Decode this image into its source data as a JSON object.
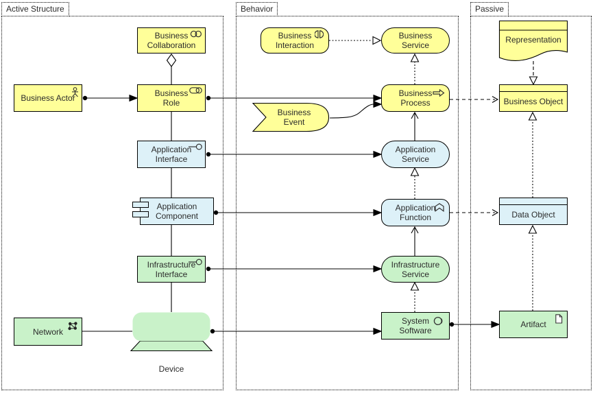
{
  "diagram_type": "ArchiMate layered view",
  "groups": {
    "active_structure": {
      "label": "Active Structure"
    },
    "behavior": {
      "label": "Behavior"
    },
    "passive": {
      "label": "Passive"
    }
  },
  "nodes": {
    "business_collaboration": {
      "label": "Business\nCollaboration",
      "icon": "collaboration-icon",
      "layer": "business"
    },
    "business_actor": {
      "label": "Business Actor",
      "icon": "actor-icon",
      "layer": "business"
    },
    "business_role": {
      "label": "Business\nRole",
      "icon": "role-icon",
      "layer": "business"
    },
    "application_interface": {
      "label": "Application\nInterface",
      "icon": "interface-icon",
      "layer": "application"
    },
    "application_component": {
      "label": "Application\nComponent",
      "icon": "component-icon",
      "layer": "application"
    },
    "infrastructure_interface": {
      "label": "Infrastructure\nInterface",
      "icon": "interface-icon",
      "layer": "technology"
    },
    "network": {
      "label": "Network",
      "icon": "network-icon",
      "layer": "technology"
    },
    "device": {
      "label": "Device",
      "icon": "device-shape",
      "layer": "technology"
    },
    "business_interaction": {
      "label": "Business\nInteraction",
      "icon": "interaction-icon",
      "layer": "business"
    },
    "business_service": {
      "label": "Business\nService",
      "icon": "none",
      "layer": "business"
    },
    "business_event": {
      "label": "Business\nEvent",
      "icon": "event-shape",
      "layer": "business"
    },
    "business_process": {
      "label": "Business\nProcess",
      "icon": "process-arrow-icon",
      "layer": "business"
    },
    "application_service": {
      "label": "Application\nService",
      "icon": "none",
      "layer": "application"
    },
    "application_function": {
      "label": "Application\nFunction",
      "icon": "function-chevron-icon",
      "layer": "application"
    },
    "infrastructure_service": {
      "label": "Infrastructure\nService",
      "icon": "none",
      "layer": "technology"
    },
    "system_software": {
      "label": "System\nSoftware",
      "icon": "system-software-icon",
      "layer": "technology"
    },
    "representation": {
      "label": "Representation",
      "icon": "representation-shape",
      "layer": "business"
    },
    "business_object": {
      "label": "Business Object",
      "icon": "none",
      "layer": "business"
    },
    "data_object": {
      "label": "Data Object",
      "icon": "none",
      "layer": "application"
    },
    "artifact": {
      "label": "Artifact",
      "icon": "artifact-icon",
      "layer": "technology"
    }
  },
  "colors": {
    "business_fill": "#ffff99",
    "application_fill": "#ddf1f8",
    "technology_fill": "#c9f2c9",
    "stroke": "#000000",
    "background": "#ffffff"
  },
  "relationships": [
    {
      "type": "assignment",
      "from": "Business Actor",
      "to": "Business Role"
    },
    {
      "type": "aggregation",
      "from": "Business Collaboration",
      "to": "Business Role"
    },
    {
      "type": "assignment",
      "from": "Business Role",
      "to": "Business Process"
    },
    {
      "type": "association",
      "from": "Business Role",
      "to": "Application Interface"
    },
    {
      "type": "realization",
      "from": "Business Interaction",
      "to": "Business Service"
    },
    {
      "type": "realization",
      "from": "Business Process",
      "to": "Business Service"
    },
    {
      "type": "triggering",
      "from": "Business Event",
      "to": "Business Process"
    },
    {
      "type": "access",
      "from": "Business Process",
      "to": "Business Object"
    },
    {
      "type": "serving",
      "from": "Application Service",
      "to": "Business Process"
    },
    {
      "type": "assignment",
      "from": "Application Interface",
      "to": "Application Service"
    },
    {
      "type": "association",
      "from": "Application Interface",
      "to": "Application Component"
    },
    {
      "type": "assignment",
      "from": "Application Component",
      "to": "Application Function"
    },
    {
      "type": "realization",
      "from": "Application Function",
      "to": "Application Service"
    },
    {
      "type": "access",
      "from": "Application Function",
      "to": "Data Object"
    },
    {
      "type": "serving",
      "from": "Infrastructure Service",
      "to": "Application Function"
    },
    {
      "type": "association",
      "from": "Application Component",
      "to": "Infrastructure Interface"
    },
    {
      "type": "assignment",
      "from": "Infrastructure Interface",
      "to": "Infrastructure Service"
    },
    {
      "type": "realization",
      "from": "System Software",
      "to": "Infrastructure Service"
    },
    {
      "type": "association",
      "from": "Infrastructure Interface",
      "to": "Device"
    },
    {
      "type": "association",
      "from": "Network",
      "to": "Device"
    },
    {
      "type": "assignment",
      "from": "Device",
      "to": "System Software"
    },
    {
      "type": "assignment",
      "from": "System Software",
      "to": "Artifact"
    },
    {
      "type": "realization",
      "from": "Representation",
      "to": "Business Object"
    },
    {
      "type": "realization",
      "from": "Data Object",
      "to": "Business Object"
    },
    {
      "type": "realization",
      "from": "Artifact",
      "to": "Data Object"
    }
  ]
}
